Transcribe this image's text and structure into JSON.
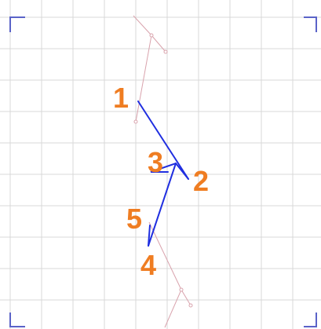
{
  "colors": {
    "grid": "#d9d9d9",
    "corner": "#5a63c8",
    "trace": "#d9a3ad",
    "stroke": "#1f2ee0",
    "label": "#ef7d22"
  },
  "grid": {
    "cell": 40,
    "columns": 10,
    "rows": 10
  },
  "steps": [
    {
      "id": "1",
      "label": "1"
    },
    {
      "id": "2",
      "label": "2"
    },
    {
      "id": "3",
      "label": "3"
    },
    {
      "id": "4",
      "label": "4"
    },
    {
      "id": "5",
      "label": "5"
    }
  ]
}
